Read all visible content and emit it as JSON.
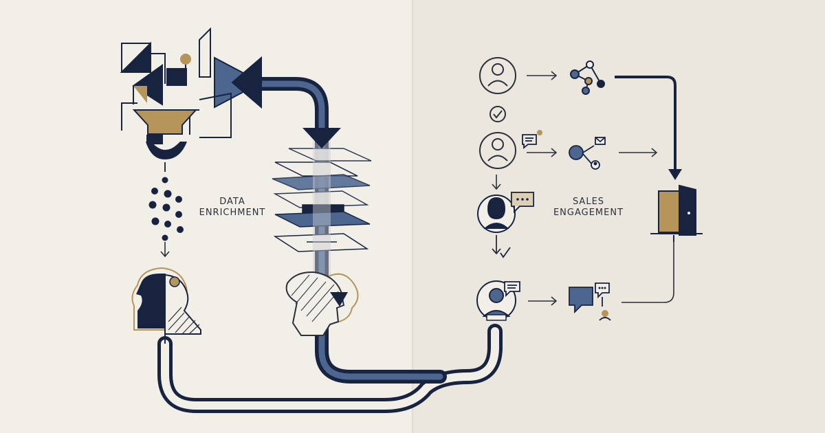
{
  "labels": {
    "left_line1": "DATA",
    "left_line2": "ENRICHMENT",
    "right_line1": "SALES",
    "right_line2": "ENGAGEMENT"
  },
  "colors": {
    "background": "#f2efe8",
    "paper_shade": "#ebe7df",
    "navy": "#17233f",
    "slate_blue": "#4c6690",
    "gold": "#b6955a",
    "line": "#2b2f3a"
  },
  "icons": [
    "funnel-icon",
    "geometric-shapes-icon",
    "layered-planes-icon",
    "user-icon",
    "network-icon",
    "chat-bubble-icon",
    "door-icon",
    "checkmark-icon",
    "head-profile-icon"
  ]
}
